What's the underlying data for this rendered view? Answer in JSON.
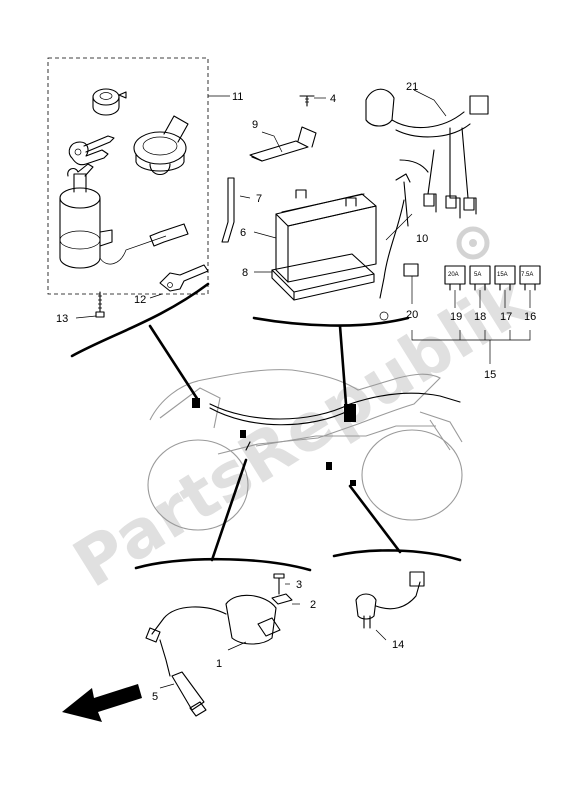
{
  "watermark": "PartsRepublik",
  "callouts": [
    {
      "id": "c1",
      "text": "1"
    },
    {
      "id": "c2",
      "text": "2"
    },
    {
      "id": "c3",
      "text": "3"
    },
    {
      "id": "c4",
      "text": "4"
    },
    {
      "id": "c5",
      "text": "5"
    },
    {
      "id": "c6",
      "text": "6"
    },
    {
      "id": "c7",
      "text": "7"
    },
    {
      "id": "c8",
      "text": "8"
    },
    {
      "id": "c9",
      "text": "9"
    },
    {
      "id": "c10",
      "text": "10"
    },
    {
      "id": "c11",
      "text": "11"
    },
    {
      "id": "c12",
      "text": "12"
    },
    {
      "id": "c13",
      "text": "13"
    },
    {
      "id": "c14",
      "text": "14"
    },
    {
      "id": "c15",
      "text": "15"
    },
    {
      "id": "c16",
      "text": "16"
    },
    {
      "id": "c17",
      "text": "17"
    },
    {
      "id": "c18",
      "text": "18"
    },
    {
      "id": "c19",
      "text": "19"
    },
    {
      "id": "c20",
      "text": "20"
    },
    {
      "id": "c21",
      "text": "21"
    }
  ],
  "fuse_ratings": [
    "20A",
    "5A",
    "15A",
    "7.5A"
  ]
}
